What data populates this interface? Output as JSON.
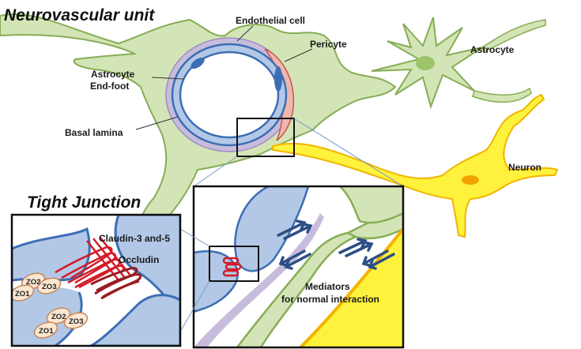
{
  "titles": {
    "main": "Neurovascular unit",
    "inset": "Tight Junction"
  },
  "labels": {
    "endothelial_cell": "Endothelial cell",
    "pericyte": "Pericyte",
    "astrocyte": "Astrocyte",
    "astrocyte_endfoot": [
      "Astrocyte",
      "End-foot"
    ],
    "basal_lamina": "Basal lamina",
    "neuron": "Neuron",
    "claudin": "Claudin-3 and-5",
    "occludin": "Occludin",
    "mediators": [
      "Mediators",
      "for normal interaction"
    ]
  },
  "zo_proteins": [
    "ZO2",
    "ZO1",
    "ZO3",
    "ZO2",
    "ZO1",
    "ZO3"
  ],
  "colors": {
    "astrocyte_green": "#d3e5b6",
    "astrocyte_outline": "#86ad55",
    "endothelial_blue": "#b3c8e6",
    "endothelial_outline": "#3c6eb4",
    "pericyte_pink": "#efb6b0",
    "basal_lamina_purple": "#c7bcdc",
    "neuron_yellow": "#fff23c",
    "neuron_outline": "#f2b400",
    "tight_junction_red": "#d21c28",
    "arrow_navy": "#2c4f86",
    "zo_fill": "#fbe7d2",
    "zo_outline": "#c9875a"
  }
}
